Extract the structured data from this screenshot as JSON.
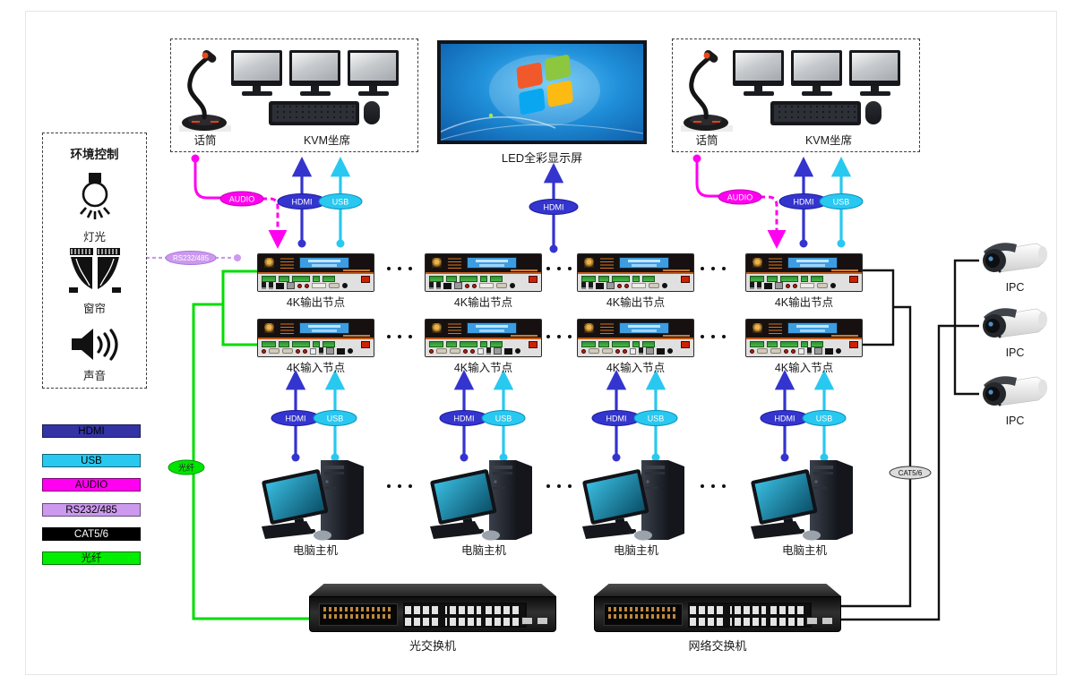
{
  "stations": {
    "left": {
      "mic": "话筒",
      "seat": "KVM坐席"
    },
    "right": {
      "mic": "话筒",
      "seat": "KVM坐席"
    }
  },
  "led_display": {
    "label": "LED全彩显示屏"
  },
  "environment": {
    "title": "环境控制",
    "items": [
      {
        "label": "灯光",
        "icon": "light-bulb-icon"
      },
      {
        "label": "窗帘",
        "icon": "curtain-icon"
      },
      {
        "label": "声音",
        "icon": "speaker-icon"
      }
    ]
  },
  "legend": {
    "items": [
      {
        "label": "HDMI",
        "color": "#3333A6",
        "text_color": "#000000"
      },
      {
        "label": "USB",
        "color": "#29C8F0",
        "text_color": "#000000"
      },
      {
        "label": "AUDIO",
        "color": "#FF00F0",
        "text_color": "#000000"
      },
      {
        "label": "RS232/485",
        "color": "#CC99EE",
        "text_color": "#000000"
      },
      {
        "label": "CAT5/6",
        "color": "#000000",
        "text_color": "#FFFFFF"
      },
      {
        "label": "光纤",
        "color": "#00EE00",
        "text_color": "#111111"
      }
    ]
  },
  "nodes": {
    "output_label": "4K输出节点",
    "output_count": 4,
    "input_label": "4K输入节点",
    "input_count": 4
  },
  "computers": {
    "label": "电脑主机",
    "count": 4
  },
  "cameras": {
    "label": "IPC",
    "count": 3
  },
  "switches": {
    "optical": "光交换机",
    "network": "网络交换机"
  },
  "links": {
    "audio": "AUDIO",
    "hdmi": "HDMI",
    "usb": "USB",
    "rs232": "RS232/485",
    "cat": "CAT5/6",
    "fiber": "光纤"
  },
  "colors": {
    "hdmi": "#3434CE",
    "usb": "#29C8F0",
    "audio": "#FF00F0",
    "rs232": "#CC99EE",
    "cat": "#111111",
    "fiber": "#00DD00"
  }
}
